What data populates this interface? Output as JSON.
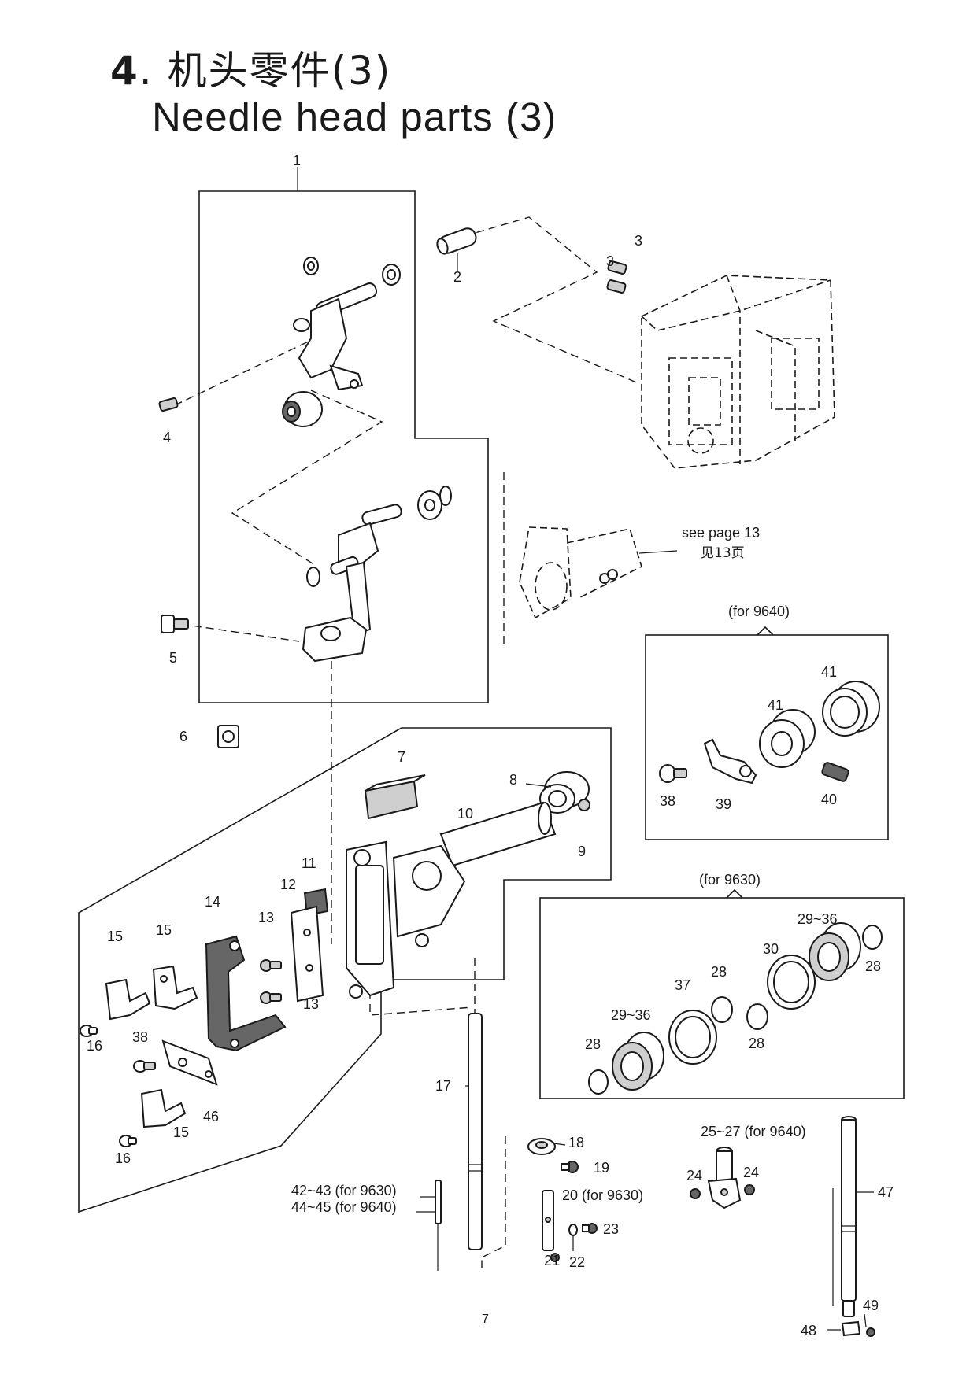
{
  "header": {
    "number": "4",
    "title_zh": ". 机头零件(3)",
    "title_en": "Needle head parts (3)"
  },
  "callouts": {
    "p1": "1",
    "p2": "2",
    "p3a": "3",
    "p3b": "3",
    "p4": "4",
    "p5": "5",
    "p6": "6",
    "p7": "7",
    "p8": "8",
    "p9": "9",
    "p10": "10",
    "p11": "11",
    "p12": "12",
    "p13a": "13",
    "p13b": "13",
    "p14": "14",
    "p15a": "15",
    "p15b": "15",
    "p15c": "15",
    "p16a": "16",
    "p16b": "16",
    "p17": "17",
    "p18": "18",
    "p19": "19",
    "p20": "20 (for 9630)",
    "p21": "21",
    "p22": "22",
    "p23": "23",
    "p24a": "24",
    "p24b": "24",
    "p25": "25~27 (for 9640)",
    "p28a": "28",
    "p28b": "28",
    "p28c": "28",
    "p28d": "28",
    "p2936a": "29~36",
    "p2936b": "29~36",
    "p30": "30",
    "p37": "37",
    "p38a": "38",
    "p38b": "38",
    "p39": "39",
    "p40": "40",
    "p41a": "41",
    "p41b": "41",
    "p42": "42~43  (for  9630)",
    "p44": "44~45  (for  9640)",
    "p46": "46",
    "p47": "47",
    "p48": "48",
    "p49": "49"
  },
  "references": {
    "see_page_en": "see page 13",
    "see_page_zh": "见13页"
  },
  "inset_9640": {
    "label": "(for 9640)"
  },
  "inset_9630": {
    "label": "(for 9630)"
  },
  "footer": {
    "page_number": "7"
  }
}
